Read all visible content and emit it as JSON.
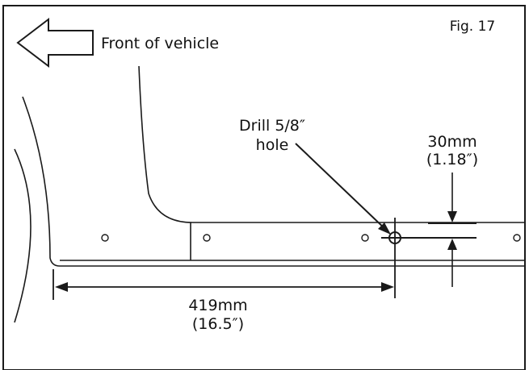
{
  "figure_label": "Fig. 17",
  "direction_label": "Front of vehicle",
  "drill_label": {
    "line1": "Drill 5/8″",
    "line2": "hole"
  },
  "vertical_dimension": {
    "metric": "30mm",
    "imperial": "(1.18″)"
  },
  "horizontal_dimension": {
    "metric": "419mm",
    "imperial": "(16.5″)"
  },
  "colors": {
    "line": "#1a1a1a",
    "background": "#ffffff"
  }
}
